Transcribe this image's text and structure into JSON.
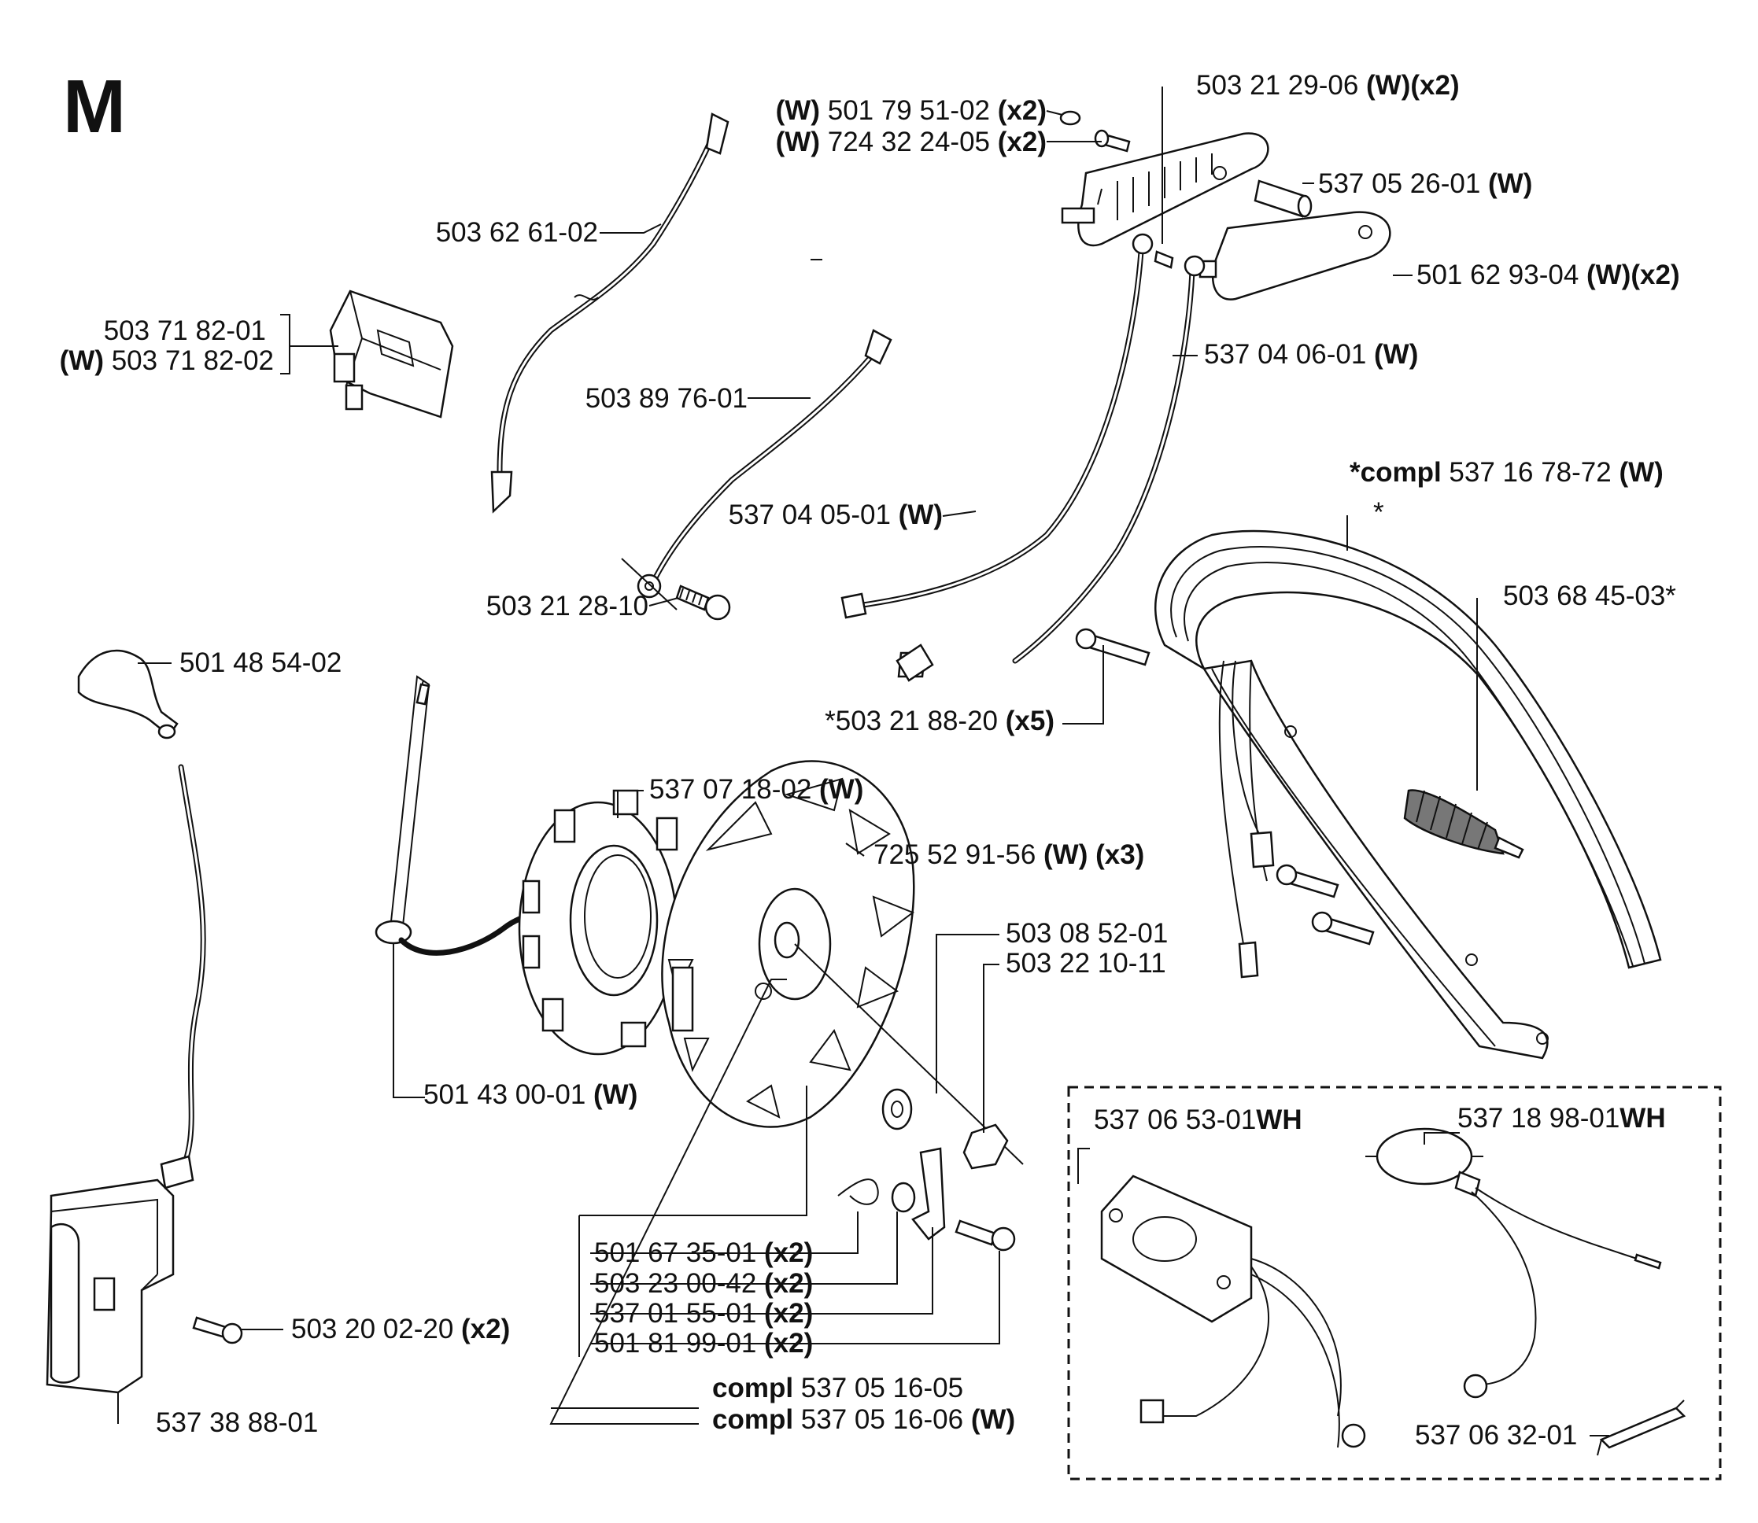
{
  "section_letter": "M",
  "parts": [
    {
      "id": "p01",
      "prefix": "",
      "number": "503 62 61-02",
      "suffix": ""
    },
    {
      "id": "p02",
      "prefix": "",
      "number": "503 71 82-01",
      "suffix": ""
    },
    {
      "id": "p03",
      "prefix": "(W)",
      "number": " 503 71 82-02",
      "suffix": ""
    },
    {
      "id": "p04",
      "prefix": "",
      "number": "503 89 76-01",
      "suffix": ""
    },
    {
      "id": "p05",
      "prefix": "",
      "number": "537 04 05-01 ",
      "suffix": "(W)"
    },
    {
      "id": "p06",
      "prefix": "",
      "number": "503 21 28-10",
      "suffix": ""
    },
    {
      "id": "p07",
      "prefix": "(W)",
      "number": " 501 79 51-02 ",
      "suffix": "(x2)"
    },
    {
      "id": "p08",
      "prefix": "(W)",
      "number": " 724 32 24-05 ",
      "suffix": "(x2)"
    },
    {
      "id": "p09",
      "prefix": "",
      "number": "503 21 29-06 ",
      "suffix": "(W)(x2)"
    },
    {
      "id": "p10",
      "prefix": "",
      "number": "537 05 26-01 ",
      "suffix": "(W)"
    },
    {
      "id": "p11",
      "prefix": "",
      "number": "501 62 93-04 ",
      "suffix": "(W)(x2)"
    },
    {
      "id": "p12",
      "prefix": "",
      "number": "537 04 06-01 ",
      "suffix": "(W)"
    },
    {
      "id": "p13",
      "prefix": "*compl",
      "number": " 537 16 78-72 ",
      "suffix": "(W)"
    },
    {
      "id": "p14",
      "prefix": "",
      "number": "*",
      "suffix": ""
    },
    {
      "id": "p15",
      "prefix": "",
      "number": "503 68 45-03*",
      "suffix": ""
    },
    {
      "id": "p16",
      "prefix": "",
      "number": "*503 21 88-20 ",
      "suffix": "(x5)"
    },
    {
      "id": "p17",
      "prefix": "",
      "number": "501 48 54-02",
      "suffix": ""
    },
    {
      "id": "p18",
      "prefix": "",
      "number": "537 07 18-02 ",
      "suffix": "(W)"
    },
    {
      "id": "p19",
      "prefix": "",
      "number": "725 52 91-56 ",
      "suffix": "(W) (x3)"
    },
    {
      "id": "p20",
      "prefix": "",
      "number": "503 08 52-01",
      "suffix": ""
    },
    {
      "id": "p21",
      "prefix": "",
      "number": "503 22 10-11",
      "suffix": ""
    },
    {
      "id": "p22",
      "prefix": "",
      "number": "501 43 00-01 ",
      "suffix": "(W)"
    },
    {
      "id": "p23",
      "prefix": "",
      "number": "501 67 35-01 ",
      "suffix": "(x2)"
    },
    {
      "id": "p24",
      "prefix": "",
      "number": "503 23 00-42 ",
      "suffix": "(x2)"
    },
    {
      "id": "p25",
      "prefix": "",
      "number": "537 01 55-01 ",
      "suffix": "(x2)"
    },
    {
      "id": "p26",
      "prefix": "",
      "number": "501 81 99-01 ",
      "suffix": "(x2)"
    },
    {
      "id": "p27",
      "prefix": "",
      "number": "503 20 02-20 ",
      "suffix": "(x2)"
    },
    {
      "id": "p28",
      "prefix": "",
      "number": "537 38 88-01",
      "suffix": ""
    },
    {
      "id": "p29",
      "prefix": "compl",
      "number": " 537 05 16-05",
      "suffix": ""
    },
    {
      "id": "p30",
      "prefix": "compl",
      "number": " 537 05 16-06 ",
      "suffix": "(W)"
    },
    {
      "id": "p31",
      "prefix": "",
      "number": "537 06 53-01",
      "suffix": "WH"
    },
    {
      "id": "p32",
      "prefix": "",
      "number": "537 18 98-01",
      "suffix": "WH"
    },
    {
      "id": "p33",
      "prefix": "",
      "number": "537 06 32-01",
      "suffix": ""
    }
  ]
}
